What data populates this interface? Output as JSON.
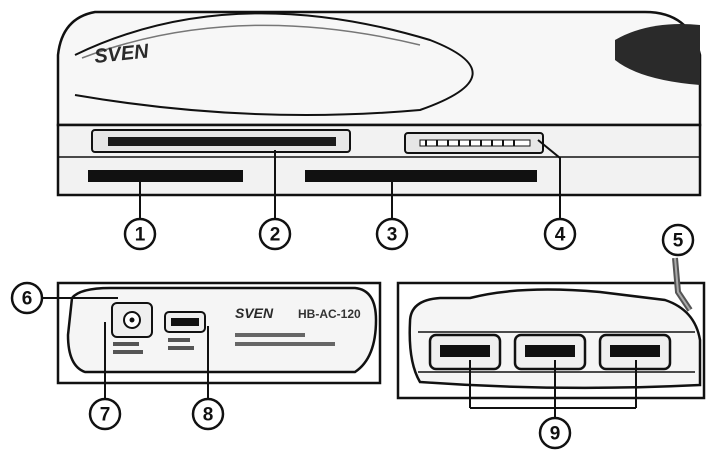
{
  "diagram": {
    "brand": "SVEN",
    "model": "HB-AC-120",
    "callouts": [
      "1",
      "2",
      "3",
      "4",
      "5",
      "6",
      "7",
      "8",
      "9"
    ]
  },
  "colors": {
    "ink": "#111111",
    "mid_gray": "#8a8a8a",
    "light_gray": "#d9d9d9",
    "background": "#ffffff"
  },
  "icons": {
    "card_slot": "card-slot-icon",
    "usb_port": "usb-port-icon",
    "power_jack": "power-jack-icon",
    "mini_usb": "mini-usb-icon"
  }
}
